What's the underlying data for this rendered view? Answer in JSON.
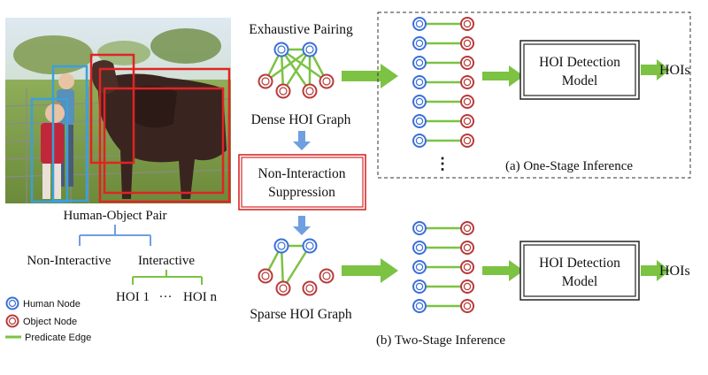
{
  "photo": {
    "caption": "Human-Object Pair",
    "colors": {
      "human_box": "#3aa0dc",
      "object_box": "#e02424"
    }
  },
  "taxonomy": {
    "non_interactive": "Non-Interactive",
    "interactive": "Interactive",
    "hoi_first": "HOI 1",
    "ellipsis": "···",
    "hoi_last": "HOI n"
  },
  "legend": {
    "human_node": "Human Node",
    "object_node": "Object  Node",
    "predicate_edge": "Predicate Edge"
  },
  "one_stage": {
    "pairing_title": "Exhaustive Pairing",
    "graph_label": "Dense HOI Graph",
    "model_line1": "HOI Detection",
    "model_line2": "Model",
    "output": "HOIs",
    "vertical_dots": "⋮",
    "caption": "(a) One-Stage Inference"
  },
  "suppression": {
    "line1": "Non-Interaction",
    "line2": "Suppression"
  },
  "two_stage": {
    "graph_label": "Sparse HOI Graph",
    "model_line1": "HOI Detection",
    "model_line2": "Model",
    "output": "HOIs",
    "caption": "(b) Two-Stage Inference"
  },
  "colors": {
    "human": "#3a6fd8",
    "object": "#b83a3a",
    "edge": "#7cc243",
    "down_arrow": "#6f9fe0",
    "suppression_border": "#d62828",
    "taxonomy_line": "#6f9fe0"
  }
}
